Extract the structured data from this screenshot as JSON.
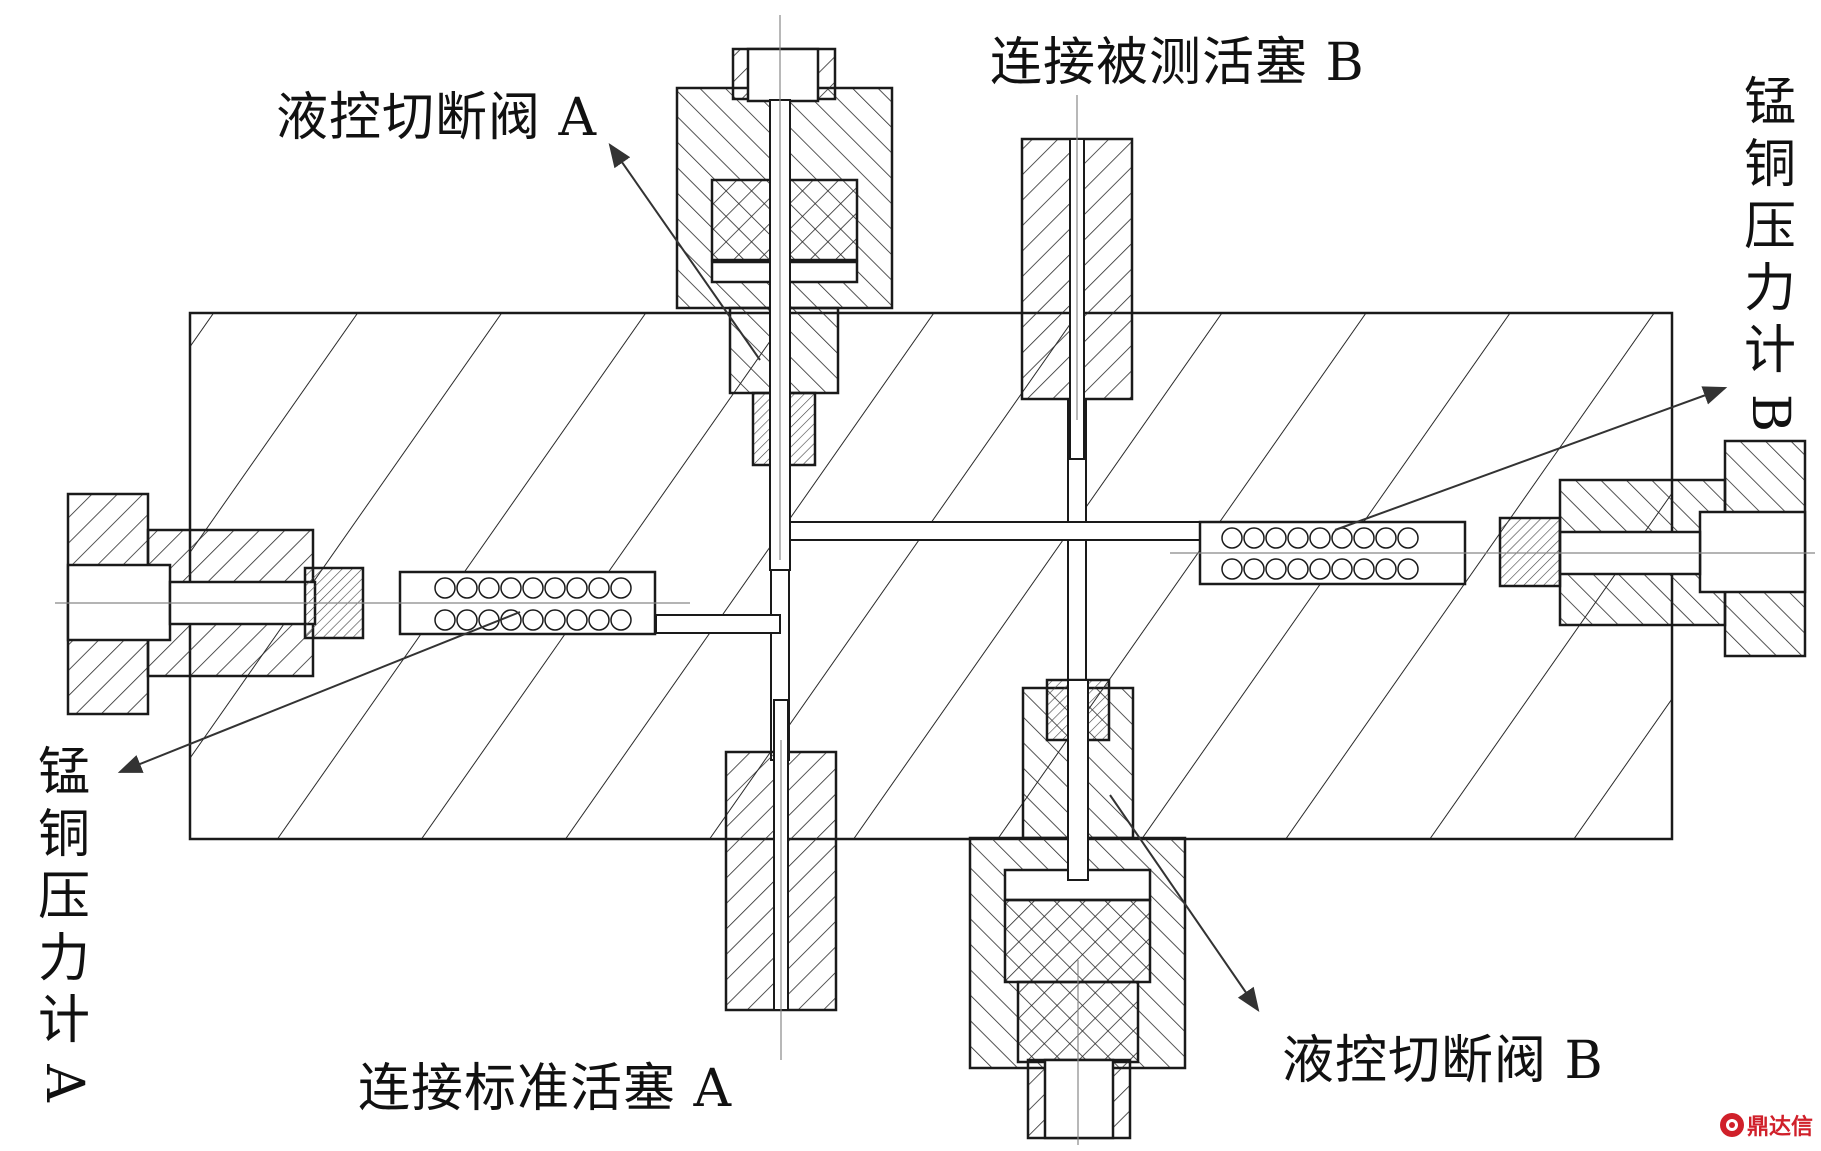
{
  "labels": {
    "valve_a": "液控切断阀 A",
    "valve_b": "液控切断阀 B",
    "piston_b": "连接被测活塞 B",
    "piston_a": "连接标准活塞 A",
    "gauge_a": "锰铜压力计",
    "gauge_a_letter": "A",
    "gauge_b": "锰铜压力计",
    "gauge_b_letter": "B"
  },
  "watermark": {
    "text": "鼎达信",
    "logo": "dingdaxin-logo"
  },
  "colors": {
    "line": "#1a1a1a",
    "hatch": "#333333",
    "brand": "#d0202a",
    "background": "#ffffff"
  }
}
